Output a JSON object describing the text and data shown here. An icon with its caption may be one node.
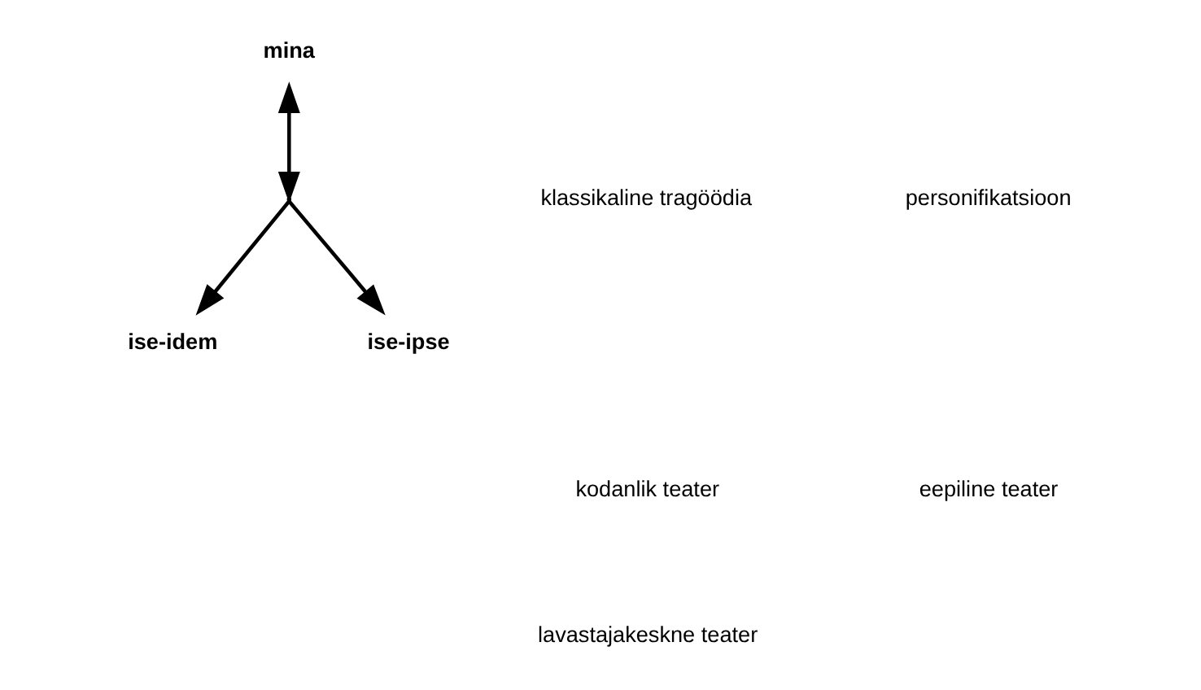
{
  "diagram": {
    "nodes": [
      {
        "text": [
          "mina"
        ]
      },
      {
        "text": [],
        "shape": "point"
      },
      {
        "text": [
          "ise-idem"
        ]
      },
      {
        "text": [
          "ise-ipse"
        ]
      }
    ],
    "edges": [
      {
        "from": 0,
        "to": 1,
        "arrow": "both"
      },
      {
        "from": 1,
        "to": 2,
        "arrow": "to"
      },
      {
        "from": 1,
        "to": 3,
        "arrow": "to"
      }
    ],
    "labels": [
      "klassikaline tragöödia",
      "personifikatsioon",
      "kodanlik teater",
      "eepiline teater",
      "lavastajakeskne teater"
    ]
  }
}
